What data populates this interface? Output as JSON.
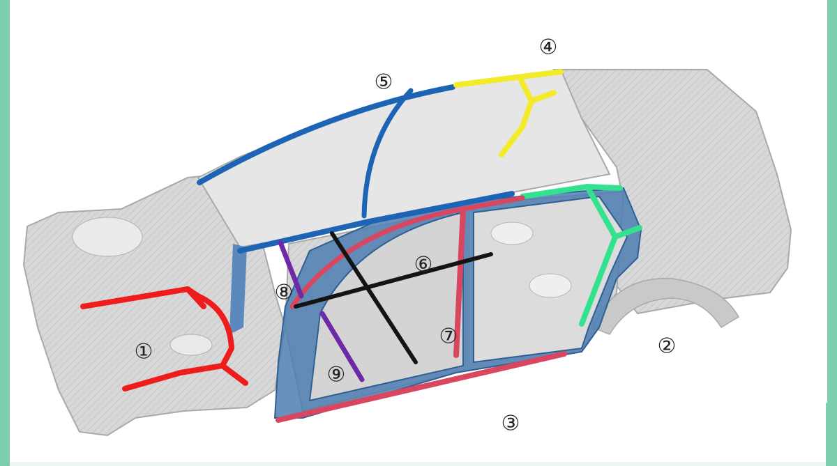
{
  "colors": {
    "side_band": "#7ccfae",
    "bottom_band": "#eef4f0",
    "body_steel": "#d9d9d9",
    "body_steel_dark": "#a9a9a9",
    "body_blue": "#4f7eb1",
    "body_blue_dark": "#2e5f92",
    "callout_ring": "#222222"
  },
  "callouts": [
    {
      "id": "1",
      "label": "①"
    },
    {
      "id": "2",
      "label": "②"
    },
    {
      "id": "3",
      "label": "③"
    },
    {
      "id": "4",
      "label": "④"
    },
    {
      "id": "5",
      "label": "⑤"
    },
    {
      "id": "6",
      "label": "⑥"
    },
    {
      "id": "7",
      "label": "⑦"
    },
    {
      "id": "8",
      "label": "⑧"
    },
    {
      "id": "9",
      "label": "⑨"
    }
  ],
  "load_paths": [
    {
      "id": "front-rails",
      "color": "#ee1c1c",
      "callout": "1"
    },
    {
      "id": "rear-rails",
      "color": "#33e28e",
      "callout": "2"
    },
    {
      "id": "sill-and-b-pillar",
      "color": "#d8465f",
      "callout": "3"
    },
    {
      "id": "rear-roof-rail-and-c-pillar",
      "color": "#f2ea2a",
      "callout": "4"
    },
    {
      "id": "roof-rail-a-pillar-and-belt",
      "color": "#1e64b5",
      "callout": "5"
    },
    {
      "id": "floor-cross-members",
      "color": "#141414",
      "callout": "6"
    },
    {
      "id": "b-pillar-lower",
      "color": "#d8465f",
      "callout": "7"
    },
    {
      "id": "front-bulkhead-upper",
      "color": "#6e2aa6",
      "callout": "8"
    },
    {
      "id": "front-bulkhead-lower",
      "color": "#6e2aa6",
      "callout": "9"
    }
  ]
}
